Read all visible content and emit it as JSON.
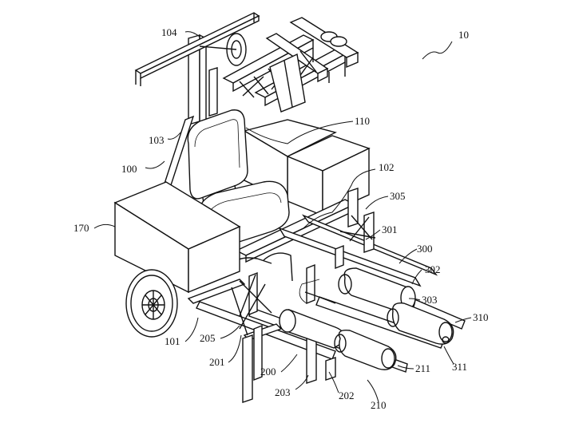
{
  "figure": {
    "ref_main": "10",
    "labels": {
      "l104": "104",
      "l103": "103",
      "l100": "100",
      "l170": "170",
      "l110": "110",
      "l102": "102",
      "l305": "305",
      "l301": "301",
      "l300": "300",
      "l302": "302",
      "l303": "303",
      "l310": "310",
      "l311": "311",
      "l211": "211",
      "l210": "210",
      "l202": "202",
      "l203": "203",
      "l200": "200",
      "l201": "201",
      "l205": "205",
      "l101": "101"
    }
  }
}
